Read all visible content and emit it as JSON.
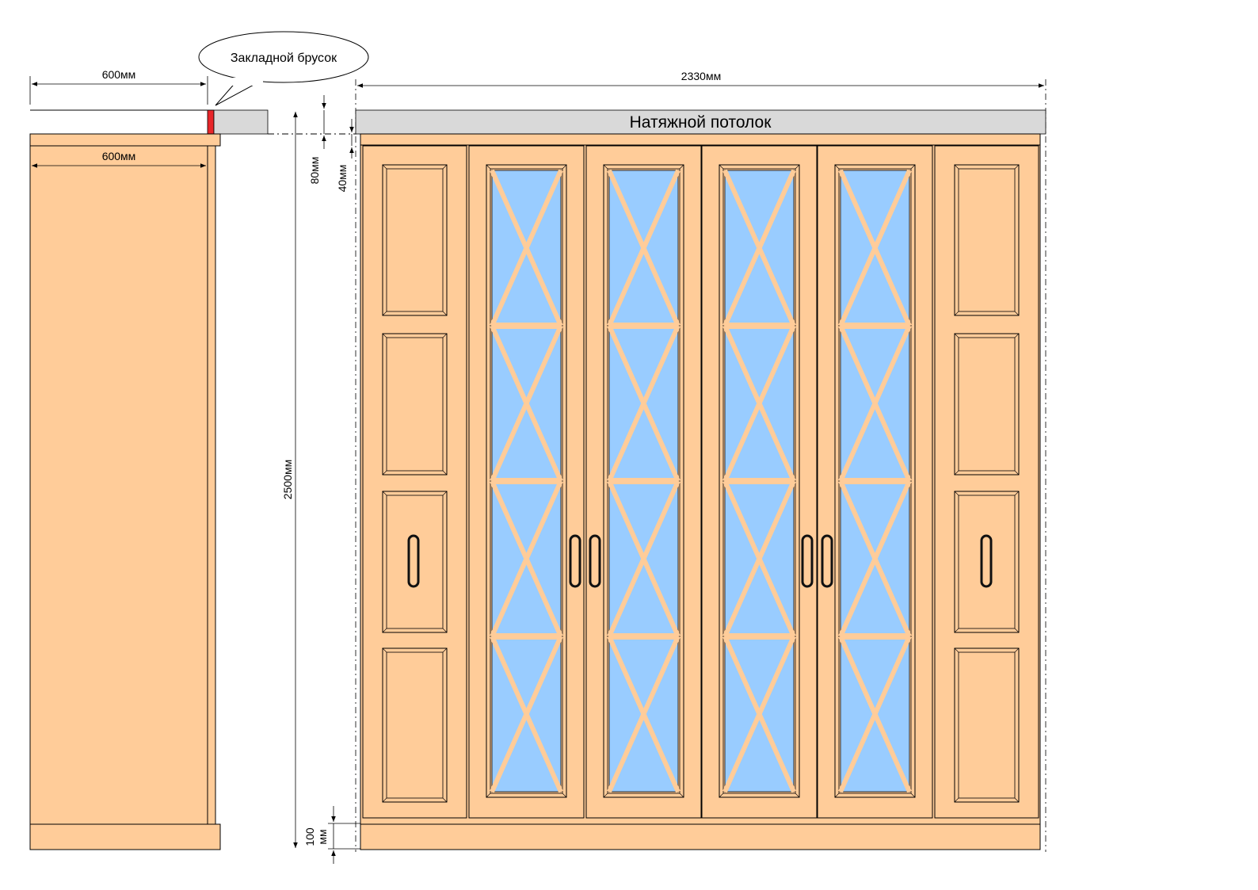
{
  "labels": {
    "callout": "Закладной брусок",
    "ceiling": "Натяжной потолок",
    "side_depth_top": "600мм",
    "side_depth_inner": "600мм",
    "total_width": "2330мм",
    "gap_80": "80мм",
    "gap_40": "40мм",
    "total_height": "2500мм",
    "plinth_100_a": "100",
    "plinth_100_b": "мм"
  },
  "colors": {
    "wood": "#FFCC99",
    "glass": "#99CCFF",
    "ceiling": "#D9D9D9",
    "insert_bar": "#E8262A",
    "handle": "#111111",
    "outline": "#000000"
  },
  "icons": {
    "handle": "oval-handle-icon",
    "arrow": "arrowhead-icon"
  }
}
